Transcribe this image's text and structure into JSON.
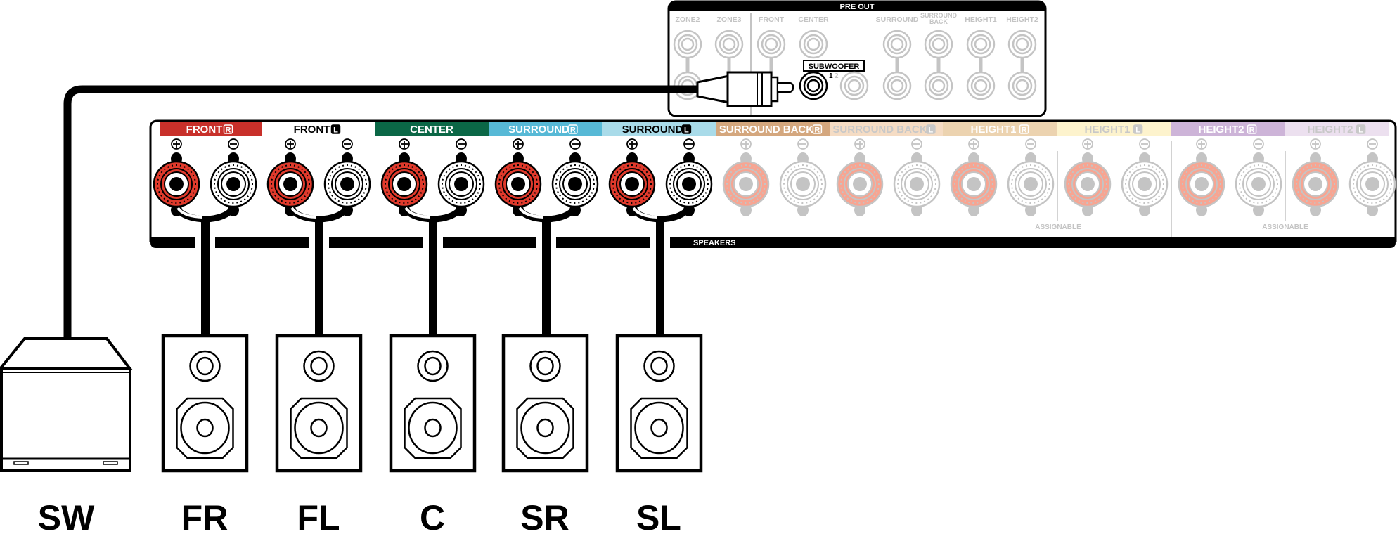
{
  "pre_out": {
    "title": "PRE OUT",
    "jacks": [
      {
        "label": "ZONE2",
        "active": false,
        "pair": true
      },
      {
        "label": "ZONE3",
        "active": false,
        "pair": true
      },
      {
        "label": "FRONT",
        "active": false,
        "pair": true
      },
      {
        "label": "CENTER",
        "active": false,
        "pair": false
      },
      {
        "label": "SURROUND",
        "active": false,
        "pair": true
      },
      {
        "label": "SURROUND BACK",
        "active": false,
        "pair": true
      },
      {
        "label": "HEIGHT1",
        "active": false,
        "pair": true
      },
      {
        "label": "HEIGHT2",
        "active": false,
        "pair": true
      }
    ],
    "subwoofer": {
      "label": "SUBWOOFER",
      "jack1": "1",
      "jack2": "2",
      "connected_jack": "1"
    }
  },
  "speaker_terminals": {
    "title": "SPEAKERS",
    "assignable_label": "ASSIGNABLE",
    "plus_symbol": "⊕",
    "minus_symbol": "⊖",
    "channels": [
      {
        "name": "FRONT",
        "side": "R",
        "band_color": "#c8302a",
        "text_color": "#ffffff",
        "active": true
      },
      {
        "name": "FRONT",
        "side": "L",
        "band_color": "#ffffff",
        "text_color": "#000000",
        "active": true
      },
      {
        "name": "CENTER",
        "side": "",
        "band_color": "#0b6746",
        "text_color": "#ffffff",
        "active": true
      },
      {
        "name": "SURROUND",
        "side": "R",
        "band_color": "#57b9d6",
        "text_color": "#ffffff",
        "active": true
      },
      {
        "name": "SURROUND",
        "side": "L",
        "band_color": "#a9dbe9",
        "text_color": "#000000",
        "active": true
      },
      {
        "name": "SURROUND BACK",
        "side": "R",
        "band_color": "#d4a77e",
        "text_color": "#ffffff",
        "active": false
      },
      {
        "name": "SURROUND BACK",
        "side": "L",
        "band_color": "#f5dcc4",
        "text_color": "#c8c8c8",
        "active": false
      },
      {
        "name": "HEIGHT1",
        "side": "R",
        "band_color": "#ecd3b0",
        "text_color": "#ffffff",
        "active": false
      },
      {
        "name": "HEIGHT1",
        "side": "L",
        "band_color": "#fdf3cd",
        "text_color": "#c8c8c8",
        "active": false
      },
      {
        "name": "HEIGHT2",
        "side": "R",
        "band_color": "#cdb4d8",
        "text_color": "#ffffff",
        "active": false
      },
      {
        "name": "HEIGHT2",
        "side": "L",
        "band_color": "#ece0ef",
        "text_color": "#c8c8c8",
        "active": false
      }
    ]
  },
  "speakers": [
    {
      "label": "SW",
      "type": "subwoofer",
      "connects_to": "PRE OUT SUBWOOFER 1"
    },
    {
      "label": "FR",
      "type": "bookshelf",
      "connects_to": "FRONT R"
    },
    {
      "label": "FL",
      "type": "bookshelf",
      "connects_to": "FRONT L"
    },
    {
      "label": "C",
      "type": "bookshelf",
      "connects_to": "CENTER"
    },
    {
      "label": "SR",
      "type": "bookshelf",
      "connects_to": "SURROUND R"
    },
    {
      "label": "SL",
      "type": "bookshelf",
      "connects_to": "SURROUND L"
    }
  ],
  "colors": {
    "red_terminal": "#e03a2c",
    "red_terminal_inactive": "#f7a592",
    "inactive_gray": "#c4c4c4",
    "line": "#000000"
  }
}
